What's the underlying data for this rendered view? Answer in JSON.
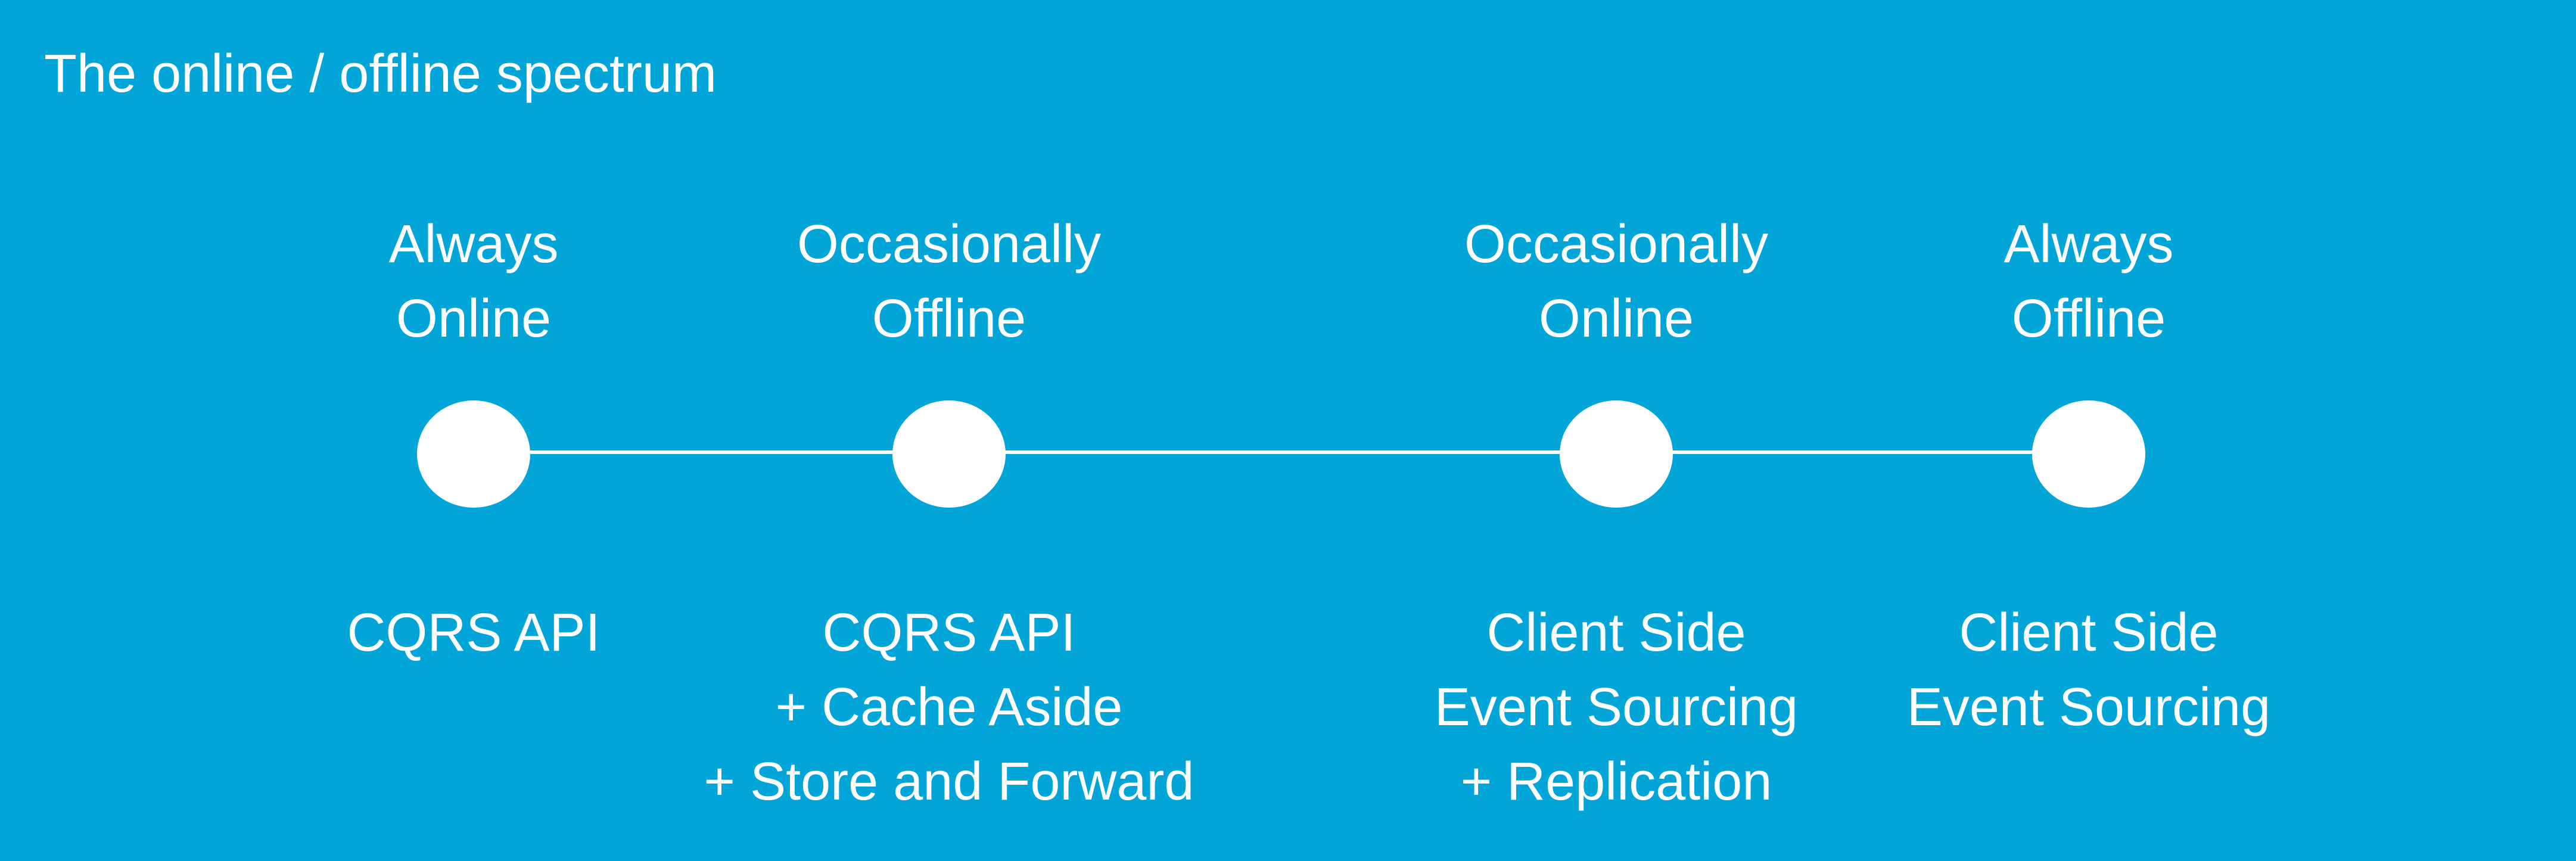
{
  "title": "The online / offline spectrum",
  "points": [
    {
      "label_lines": [
        "Always",
        "Online"
      ],
      "approach_lines": [
        "CQRS API"
      ]
    },
    {
      "label_lines": [
        "Occasionally",
        "Offline"
      ],
      "approach_lines": [
        "CQRS API",
        "+ Cache Aside",
        "+ Store and Forward"
      ]
    },
    {
      "label_lines": [
        "Occasionally",
        "Online"
      ],
      "approach_lines": [
        "Client Side",
        "Event Sourcing",
        "+ Replication"
      ]
    },
    {
      "label_lines": [
        "Always",
        "Offline"
      ],
      "approach_lines": [
        "Client Side",
        "Event Sourcing"
      ]
    }
  ],
  "colors": {
    "background": "#02a5d7",
    "foreground": "#ffffff"
  }
}
